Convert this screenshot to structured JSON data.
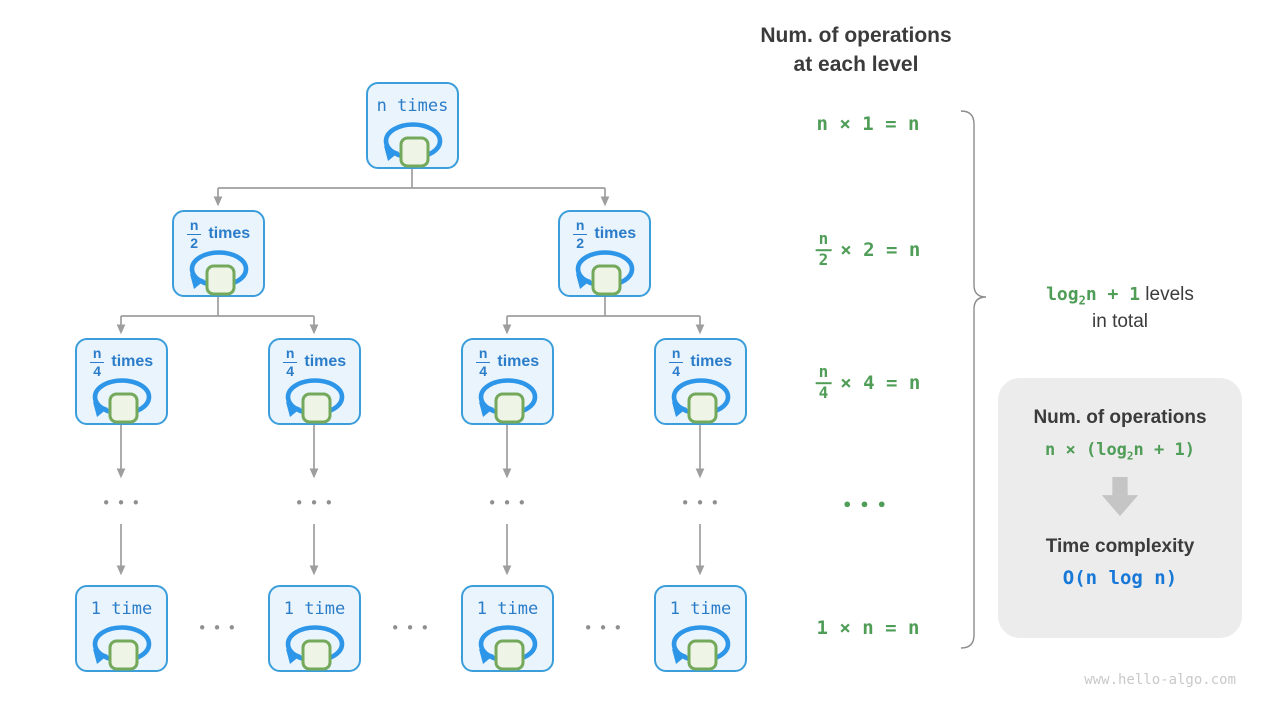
{
  "header": {
    "line1": "Num. of operations",
    "line2": "at each level"
  },
  "tree": {
    "root": {
      "label": "n times"
    },
    "level2": [
      {
        "num": "n",
        "den": "2",
        "suffix": "times"
      },
      {
        "num": "n",
        "den": "2",
        "suffix": "times"
      }
    ],
    "level3": [
      {
        "num": "n",
        "den": "4",
        "suffix": "times"
      },
      {
        "num": "n",
        "den": "4",
        "suffix": "times"
      },
      {
        "num": "n",
        "den": "4",
        "suffix": "times"
      },
      {
        "num": "n",
        "den": "4",
        "suffix": "times"
      }
    ],
    "bottom": [
      {
        "label": "1 time"
      },
      {
        "label": "1 time"
      },
      {
        "label": "1 time"
      },
      {
        "label": "1 time"
      }
    ],
    "col_dots": "•••",
    "row_dots": "•••"
  },
  "formulas": {
    "rows": [
      {
        "text": "n × 1 = n"
      },
      {
        "num": "n",
        "den": "2",
        "rest": "× 2 = n"
      },
      {
        "num": "n",
        "den": "4",
        "rest": "× 4 = n"
      },
      {
        "dots": "•••"
      },
      {
        "text": "1 × n = n"
      }
    ]
  },
  "brace_label": {
    "green_pre": "log",
    "green_sub": "2",
    "green_post": "n + 1",
    "dark_suffix": " levels",
    "dark_line2": "in total"
  },
  "summary": {
    "title": "Num. of operations",
    "formula_pre": "n × (log",
    "formula_sub": "2",
    "formula_post": "n + 1)",
    "result_title": "Time complexity",
    "result": "O(n log n)"
  },
  "watermark": "www.hello-algo.com",
  "colors": {
    "node_border": "#3b9edb",
    "node_fill": "#e9f4fc",
    "node_text": "#2b7cc9",
    "loop_stroke": "#2e96e8",
    "square_fill": "#eef5e6",
    "square_stroke": "#74a95c",
    "connector_gray": "#9e9e9e",
    "green": "#4f9d57",
    "dark": "#3b3b3b",
    "blue_result": "#1778d8",
    "box_bg": "#ececec"
  }
}
